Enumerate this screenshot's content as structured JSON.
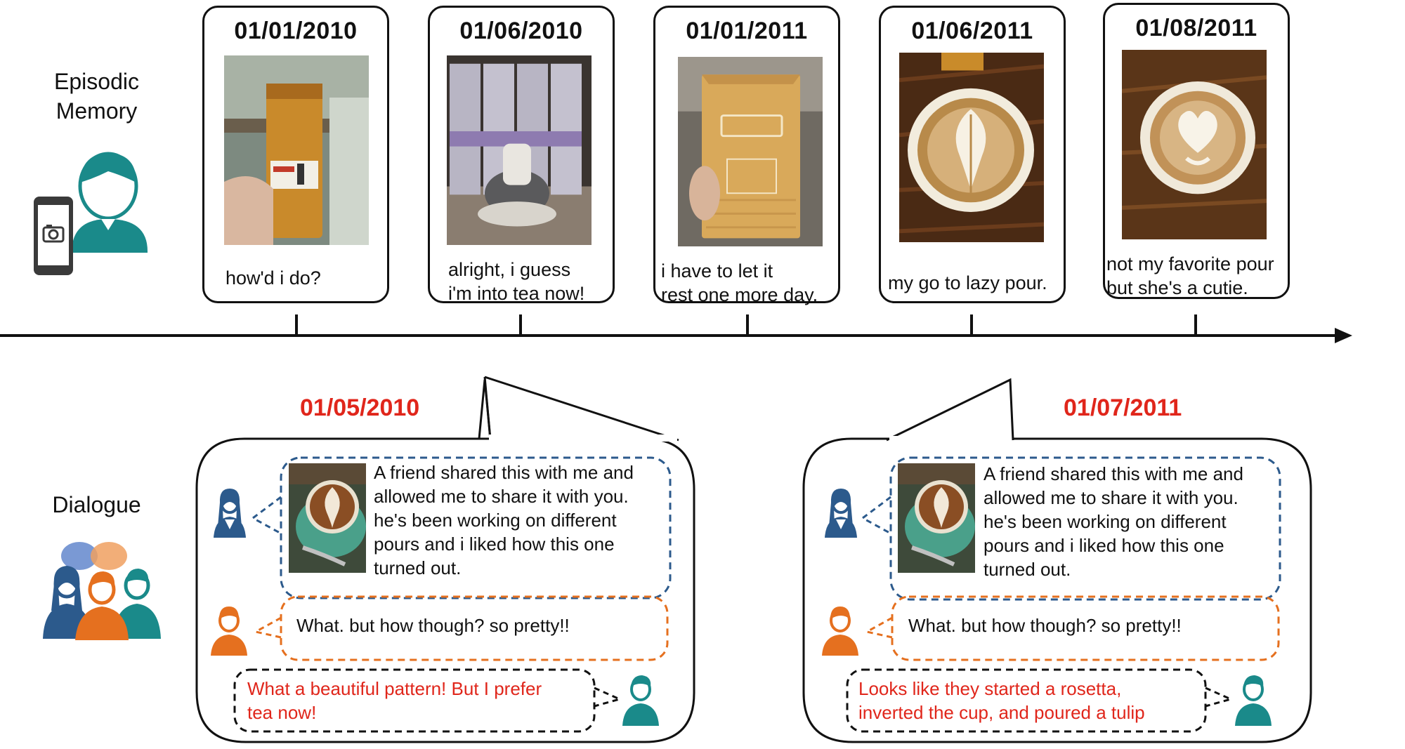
{
  "labels": {
    "episodic_memory": "Episodic\nMemory",
    "dialogue": "Dialogue"
  },
  "timeline_events": [
    {
      "date": "01/01/2010",
      "caption": "how'd i do?",
      "photo": "oolong-tea-tin-photo"
    },
    {
      "date": "01/06/2010",
      "caption": "alright, i guess\ni'm into tea now!",
      "photo": "tea-boxes-photo"
    },
    {
      "date": "01/01/2011",
      "caption": "i have to let it\nrest one more day.",
      "photo": "coffee-bag-photo"
    },
    {
      "date": "01/06/2011",
      "caption": "my go to lazy pour.",
      "photo": "latte-art-rosetta-photo"
    },
    {
      "date": "01/08/2011",
      "caption": "not my favorite pour\nbut she's a cutie.",
      "photo": "latte-art-heart-photo"
    }
  ],
  "dialogues": [
    {
      "date": "01/05/2010",
      "shared_message": "A friend shared this with me and\nallowed me to share it with you.\nhe's been working on different\npours and i liked how this one\nturned out.",
      "reply": "What. but how though? so pretty!!",
      "response": "What a beautiful pattern! But I prefer\ntea now!"
    },
    {
      "date": "01/07/2011",
      "shared_message": "A friend shared this with me and\nallowed me to share it with you.\nhe's been working on different\npours and i liked how this one\nturned out.",
      "reply": "What. but how though? so pretty!!",
      "response": "Looks like they started a rosetta,\ninverted the cup, and poured a tulip"
    }
  ],
  "colors": {
    "date_highlight": "#e0261b",
    "user_blue": "#2c5a8c",
    "user_orange": "#e5701f",
    "agent_teal": "#1a8a8a",
    "border_dark": "#111111"
  },
  "icons": {
    "episodic": "person-with-phone-icon",
    "dialogue": "group-chat-icon",
    "speaker_a": "woman-blue-icon",
    "speaker_b": "woman-orange-icon",
    "speaker_c": "man-teal-icon"
  }
}
